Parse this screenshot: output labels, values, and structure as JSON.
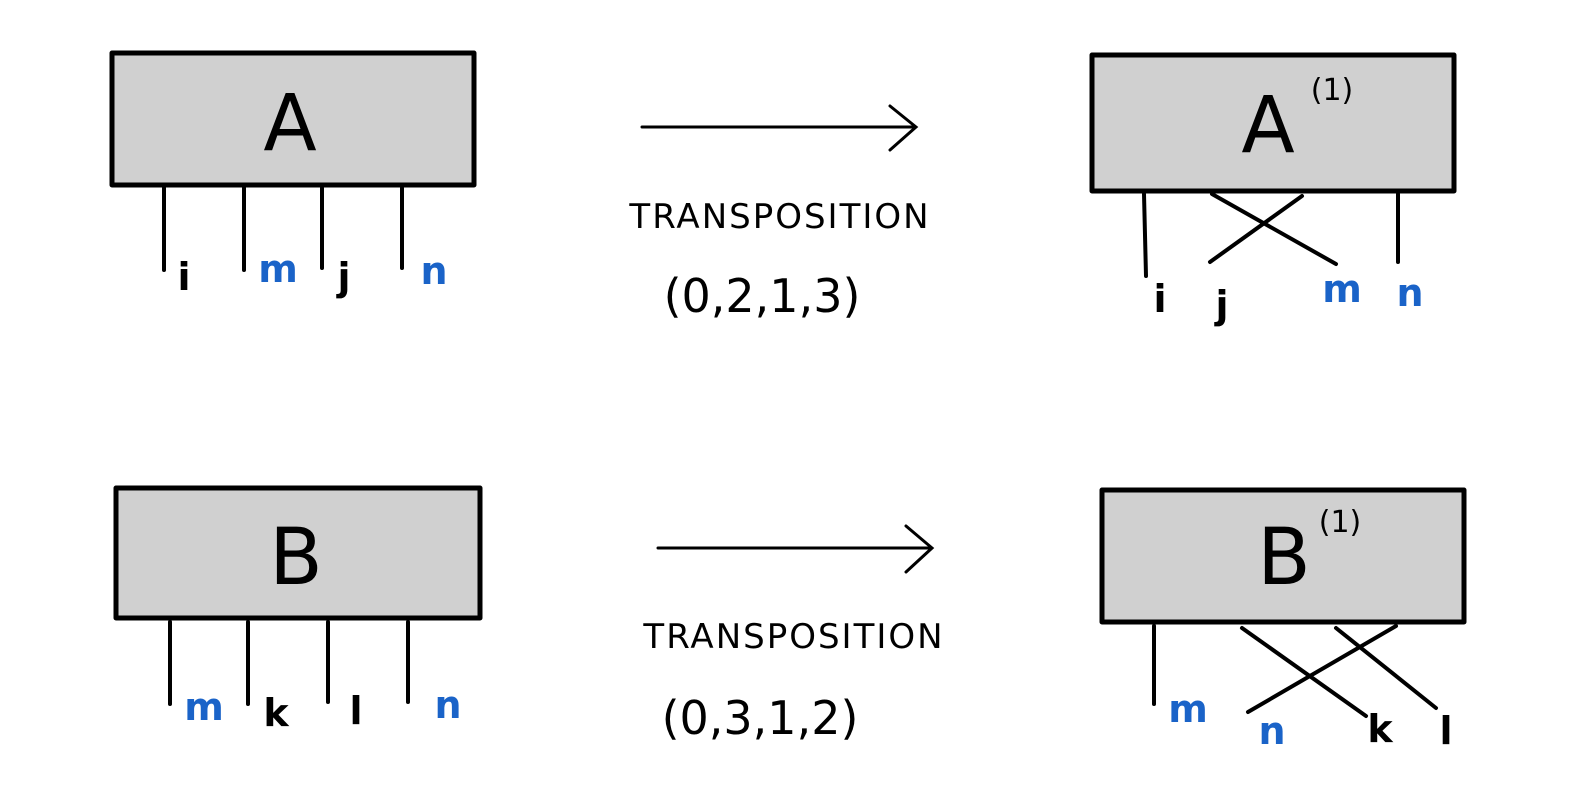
{
  "colors": {
    "box_fill": "#d0d0d0",
    "stroke": "#000000",
    "shared_index": "#1a63c8",
    "free_index": "#000000"
  },
  "top": {
    "input": {
      "name": "A",
      "indices": [
        "i",
        "m",
        "j",
        "n"
      ]
    },
    "operation": "TRANSPOSITION",
    "permutation": "(0,2,1,3)",
    "output": {
      "name": "A",
      "superscript": "(1)",
      "indices": [
        "i",
        "j",
        "m",
        "n"
      ]
    }
  },
  "bottom": {
    "input": {
      "name": "B",
      "indices": [
        "m",
        "k",
        "l",
        "n"
      ]
    },
    "operation": "TRANSPOSITION",
    "permutation": "(0,3,1,2)",
    "output": {
      "name": "B",
      "superscript": "(1)",
      "indices": [
        "m",
        "n",
        "k",
        "l"
      ]
    }
  },
  "index_colors": {
    "i": "black",
    "j": "black",
    "k": "black",
    "l": "black",
    "m": "blue",
    "n": "blue"
  }
}
